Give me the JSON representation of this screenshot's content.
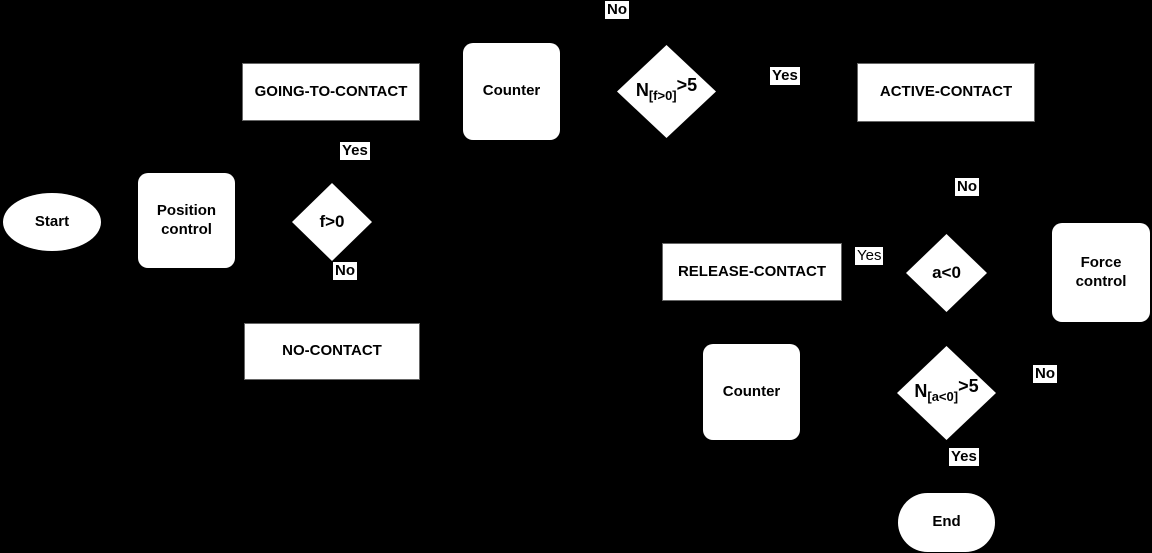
{
  "canvas": {
    "background_color": "#000000",
    "shape_fill_color": "#ffffff",
    "shape_text_color": "#000000",
    "rect_border_color": "#666666"
  },
  "nodes": {
    "start": {
      "label": "Start",
      "shape": "ellipse"
    },
    "position_control": {
      "label": "Position control",
      "shape": "rounded-rect"
    },
    "decision_f": {
      "label": "f>0",
      "shape": "diamond"
    },
    "going_to_contact": {
      "label": "GOING-TO-CONTACT",
      "shape": "rect"
    },
    "counter_top": {
      "label": "Counter",
      "shape": "rounded-rect"
    },
    "decision_nf": {
      "base": "N",
      "sub": "[f>0]",
      "rest": ">5",
      "shape": "diamond"
    },
    "active_contact": {
      "label": "ACTIVE-CONTACT",
      "shape": "rect"
    },
    "release_contact": {
      "label": "RELEASE-CONTACT",
      "shape": "rect"
    },
    "decision_a": {
      "label": "a<0",
      "shape": "diamond"
    },
    "force_control": {
      "label": "Force control",
      "shape": "rounded-rect"
    },
    "counter_bottom": {
      "label": "Counter",
      "shape": "rounded-rect"
    },
    "decision_na": {
      "base": "N",
      "sub": "[a<0]",
      "rest": ">5",
      "shape": "diamond"
    },
    "no_contact": {
      "label": "NO-CONTACT",
      "shape": "rect"
    },
    "end": {
      "label": "End",
      "shape": "stadium"
    }
  },
  "edge_labels": {
    "no_top": "No",
    "yes_after_nf": "Yes",
    "yes_above_f": "Yes",
    "no_below_f": "No",
    "no_below_active": "No",
    "yes_left_of_a": "Yes",
    "no_right_of_na": "No",
    "yes_below_na": "Yes"
  }
}
